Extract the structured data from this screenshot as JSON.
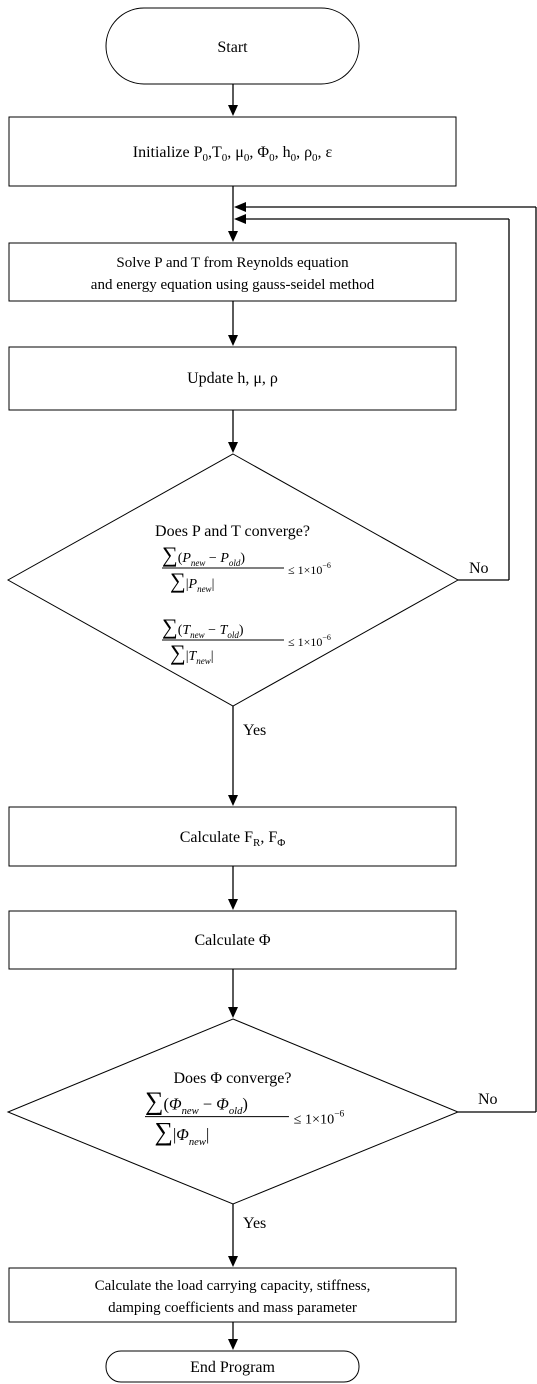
{
  "nodes": {
    "start": "Start",
    "init_prefix": "Initialize ",
    "init_vars": [
      {
        "base": "P",
        "sub": "0",
        "sep": ","
      },
      {
        "base": "T",
        "sub": "0",
        "sep": ", "
      },
      {
        "base": "μ",
        "sub": "0",
        "sep": ", "
      },
      {
        "base": "Φ",
        "sub": "0",
        "sep": ", "
      },
      {
        "base": "h",
        "sub": "0",
        "sep": ",  "
      },
      {
        "base": "ρ",
        "sub": "0",
        "sep": ", "
      },
      {
        "base": "ε",
        "sub": "",
        "sep": ""
      }
    ],
    "solve_line1": "Solve P and T from Reynolds equation",
    "solve_line2": "and energy equation using gauss-seidel method",
    "update": "Update h, μ, ρ",
    "decision1_title": "Does P and T converge?",
    "decision1_formula1": {
      "sum": "∑",
      "var": "P",
      "new": "new",
      "old": "old",
      "bound": "≤ 1×10",
      "exp": "−6"
    },
    "decision1_formula2": {
      "sum": "∑",
      "var": "T",
      "new": "new",
      "old": "old",
      "bound": "≤ 1×10",
      "exp": "−6"
    },
    "calc_f_prefix": "Calculate F",
    "calc_f_sub1": "R",
    "calc_f_mid": ", F",
    "calc_f_sub2": "Φ",
    "calc_phi": "Calculate Φ",
    "decision2_title": "Does Φ converge?",
    "decision2_formula": {
      "sum": "∑",
      "var": "Φ",
      "new": "new",
      "old": "old",
      "bound": "≤ 1×10",
      "exp": "−6"
    },
    "final_line1": "Calculate the load carrying capacity,  stiffness,",
    "final_line2": "damping coefficients and mass parameter",
    "end": "End Program"
  },
  "edges": {
    "yes1": "Yes",
    "no1": "No",
    "yes2": "Yes",
    "no2": "No"
  }
}
